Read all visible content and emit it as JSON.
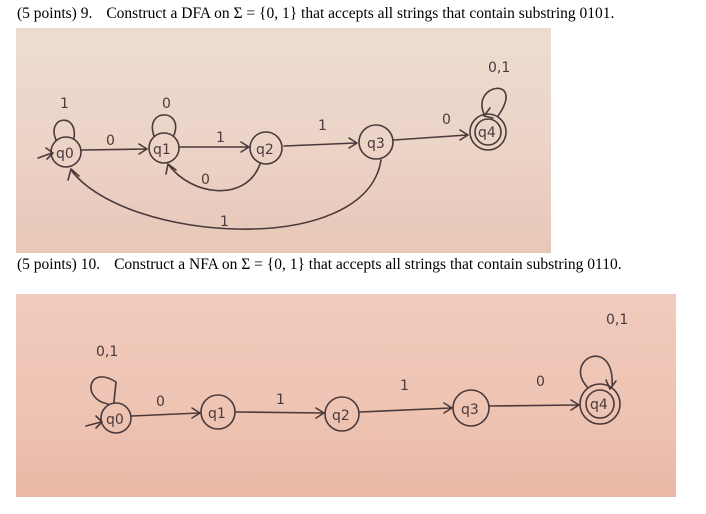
{
  "questions": [
    {
      "prefix": "(5 points) 9.",
      "text": "Construct a DFA on Σ = {0, 1} that accepts all strings that contain substring 0101."
    },
    {
      "prefix": "(5 points) 10.",
      "text": "Construct a NFA on Σ = {0, 1} that accepts all strings that contain substring 0110."
    }
  ],
  "dfa": {
    "states": [
      "q0",
      "q1",
      "q2",
      "q3",
      "q4"
    ],
    "labels": {
      "loop_q0": "1",
      "loop_q1": "0",
      "q0_q1": "0",
      "q1_q2": "1",
      "q2_q3": "1",
      "q3_q4": "0",
      "q2_q1": "0",
      "q3_q0": "1",
      "loop_q4": "0,1"
    }
  },
  "nfa": {
    "states": [
      "q0",
      "q1",
      "q2",
      "q3",
      "q4"
    ],
    "labels": {
      "loop_q0": "0,1",
      "q0_q1": "0",
      "q1_q2": "1",
      "q2_q3": "1",
      "q3_q4": "0",
      "loop_q4": "0,1"
    }
  },
  "colors": {
    "ink": "#4a3a3c",
    "paper1": "#ecd3c6",
    "paper2": "#eec3b2"
  }
}
